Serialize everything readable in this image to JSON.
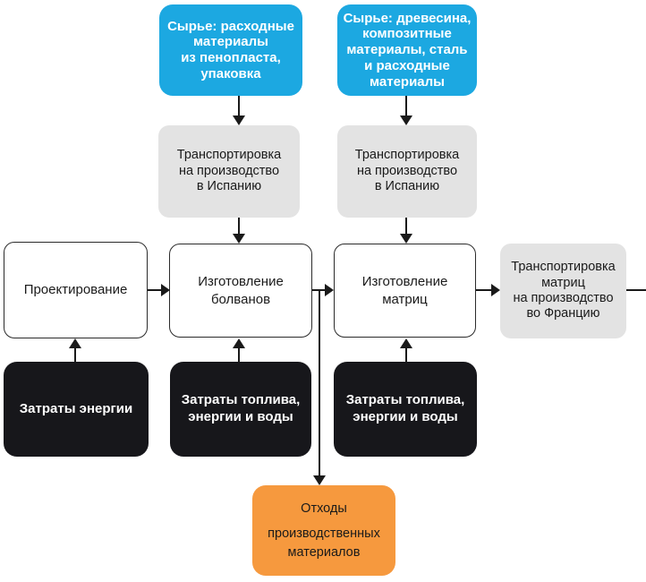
{
  "diagram": {
    "type": "flowchart",
    "language": "ru",
    "colors": {
      "blue": "#1CA8E1",
      "gray": "#E3E3E3",
      "dark": "#17171B",
      "orange": "#F6993E",
      "line": "#1A1A1A",
      "box-border": "#2B2B2B",
      "text-dark": "#1A1A1A",
      "text-light": "#FFFFFF"
    },
    "nodes": {
      "raw_foam": {
        "label": "Сырье: расходные\nматериалы\nиз пенопласта,\nупаковка",
        "kind": "raw-material"
      },
      "raw_wood": {
        "label": "Сырье: древесина,\nкомпозитные\nматериалы, сталь\nи расходные\nматериалы",
        "kind": "raw-material"
      },
      "transport_spain_1": {
        "label": "Транспортировка\nна производство\nв Испанию",
        "kind": "transport"
      },
      "transport_spain_2": {
        "label": "Транспортировка\nна производство\nв Испанию",
        "kind": "transport"
      },
      "design": {
        "label": "Проектирование",
        "kind": "process"
      },
      "blanks": {
        "label": "Изготовление\nболванов",
        "kind": "process"
      },
      "molds": {
        "label": "Изготовление\nматриц",
        "kind": "process"
      },
      "transport_france": {
        "label": "Транспортировка\nматриц\nна производство\nво Францию",
        "kind": "transport"
      },
      "energy_costs": {
        "label": "Затраты энергии",
        "kind": "resource-input"
      },
      "fuel_costs_1": {
        "label": "Затраты топлива,\nэнергии и воды",
        "kind": "resource-input"
      },
      "fuel_costs_2": {
        "label": "Затраты топлива,\nэнергии и воды",
        "kind": "resource-input"
      },
      "waste": {
        "title": "Отходы",
        "body": "производственных\nматериалов",
        "kind": "waste-output"
      }
    }
  }
}
